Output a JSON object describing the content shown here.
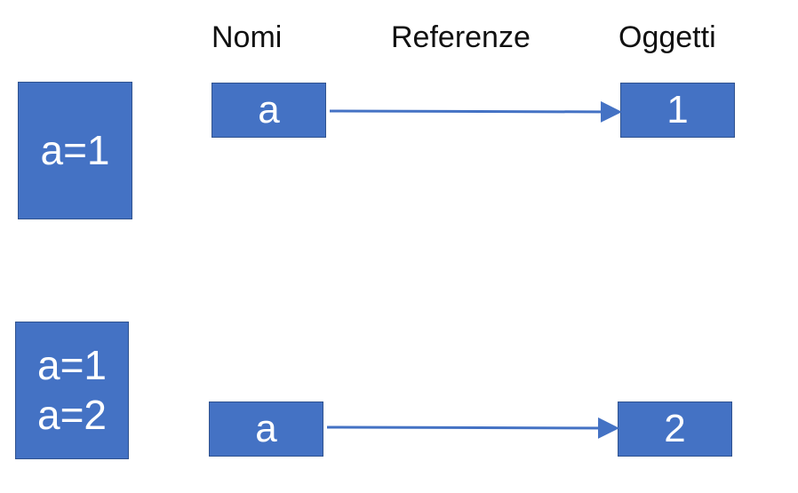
{
  "headers": {
    "names": "Nomi",
    "references": "Referenze",
    "objects": "Oggetti"
  },
  "step1": {
    "code_lines": [
      "a=1"
    ],
    "name": "a",
    "object": "1"
  },
  "step2": {
    "code_lines": [
      "a=1",
      "a=2"
    ],
    "name": "a",
    "object": "2"
  },
  "colors": {
    "box_fill": "#4472c4",
    "box_border": "#2f528f",
    "arrow": "#4472c4",
    "header_text": "#111111",
    "box_text": "#ffffff"
  }
}
